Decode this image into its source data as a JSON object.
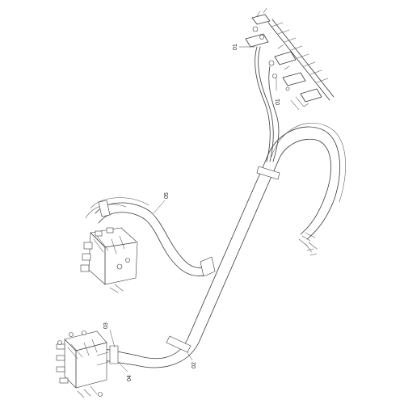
{
  "callouts": {
    "c01_top": "01",
    "c01_side": "01",
    "c02": "02",
    "c03": "03",
    "c04": "04",
    "c05": "05"
  },
  "components": {
    "upper_valve_icon": "valve-assembly-icon",
    "middle_valve_icon": "control-valve-block-icon",
    "lower_valve_icon": "valve-bank-icon"
  }
}
